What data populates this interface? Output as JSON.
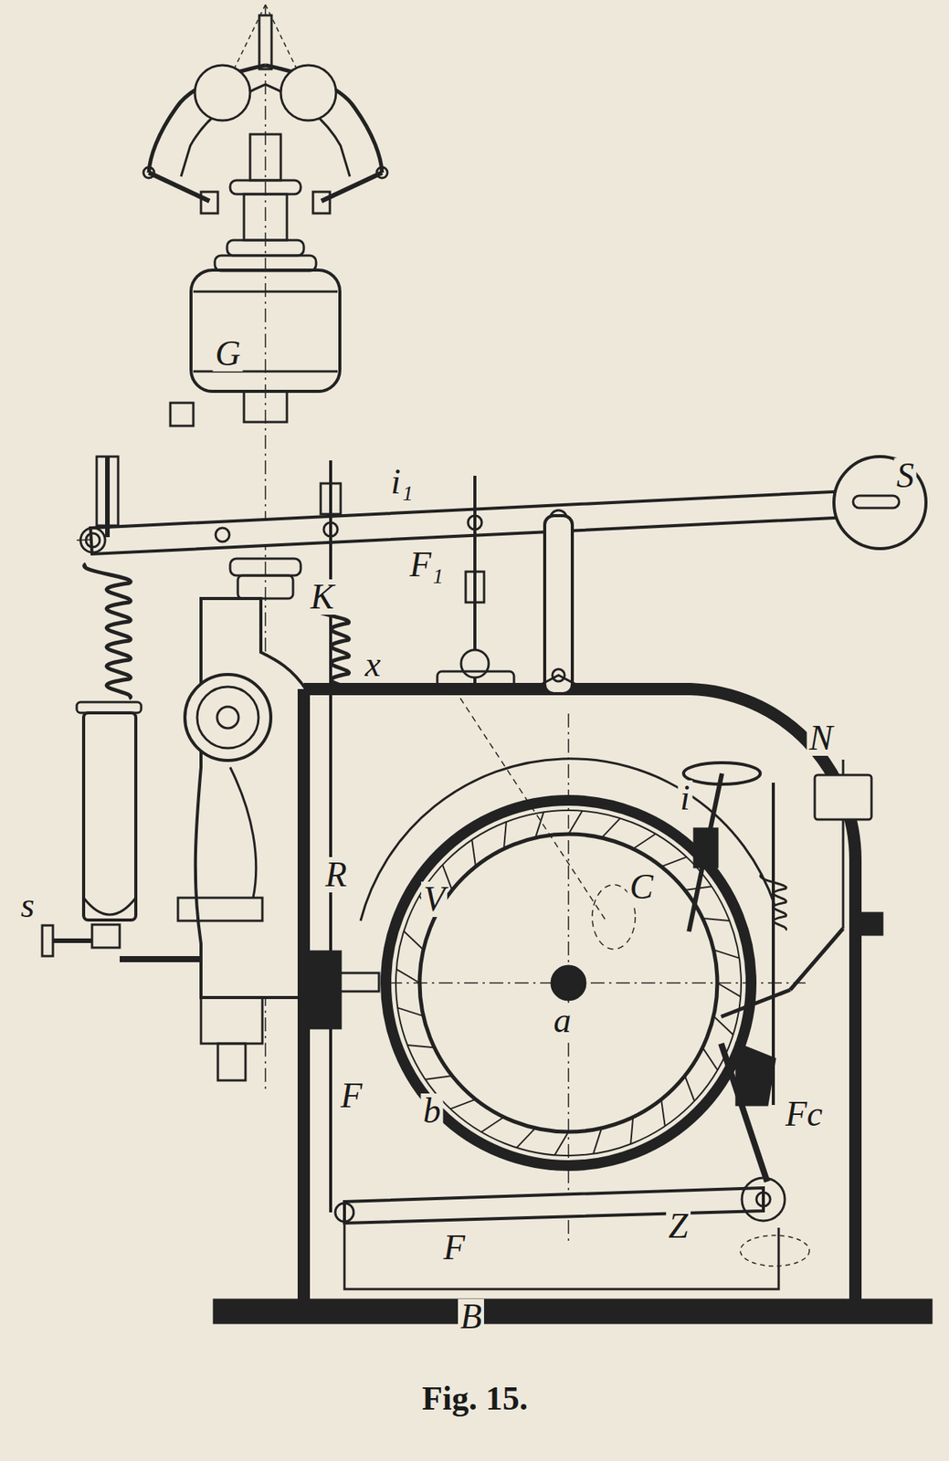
{
  "diagram": {
    "caption": "Fig. 15.",
    "labels": [
      "G",
      "i₁",
      "S",
      "K",
      "F₁",
      "x",
      "N",
      "i",
      "R",
      "C",
      "V",
      "a",
      "s",
      "F",
      "b",
      "Fc",
      "Z",
      "F",
      "B"
    ]
  }
}
